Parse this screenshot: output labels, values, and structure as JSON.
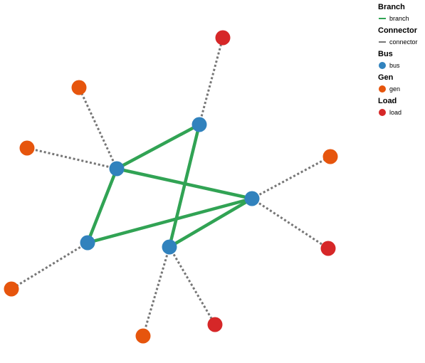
{
  "colors": {
    "branch": "#31a354",
    "connector": "#767676",
    "bus": "#3182bd",
    "gen": "#e6550d",
    "load": "#d62728"
  },
  "legend": [
    {
      "key": "branch",
      "title": "Branch",
      "label": "branch",
      "symbol": "line"
    },
    {
      "key": "connector",
      "title": "Connector",
      "label": "connector",
      "symbol": "dash"
    },
    {
      "key": "bus",
      "title": "Bus",
      "label": "bus",
      "symbol": "dot"
    },
    {
      "key": "gen",
      "title": "Gen",
      "label": "gen",
      "symbol": "dot"
    },
    {
      "key": "load",
      "title": "Load",
      "label": "load",
      "symbol": "dot"
    }
  ],
  "graph": {
    "nodes": [
      {
        "id": "bus1",
        "type": "bus"
      },
      {
        "id": "bus2",
        "type": "bus"
      },
      {
        "id": "bus3",
        "type": "bus"
      },
      {
        "id": "bus4",
        "type": "bus"
      },
      {
        "id": "bus5",
        "type": "bus"
      },
      {
        "id": "gen1",
        "type": "gen"
      },
      {
        "id": "gen2",
        "type": "gen"
      },
      {
        "id": "gen3",
        "type": "gen"
      },
      {
        "id": "gen4",
        "type": "gen"
      },
      {
        "id": "gen5",
        "type": "gen"
      },
      {
        "id": "load1",
        "type": "load"
      },
      {
        "id": "load2",
        "type": "load"
      },
      {
        "id": "load3",
        "type": "load"
      }
    ],
    "branches": [
      {
        "from": "bus1",
        "to": "bus2"
      },
      {
        "from": "bus2",
        "to": "bus3"
      },
      {
        "from": "bus1",
        "to": "bus4"
      },
      {
        "from": "bus1",
        "to": "bus5"
      },
      {
        "from": "bus4",
        "to": "bus5"
      },
      {
        "from": "bus3",
        "to": "bus5"
      }
    ],
    "connectors": [
      {
        "from": "bus1",
        "to": "gen1"
      },
      {
        "from": "bus1",
        "to": "gen2"
      },
      {
        "from": "bus2",
        "to": "load1"
      },
      {
        "from": "bus3",
        "to": "gen3"
      },
      {
        "from": "bus3",
        "to": "load2"
      },
      {
        "from": "bus4",
        "to": "gen4"
      },
      {
        "from": "bus5",
        "to": "gen5"
      },
      {
        "from": "bus5",
        "to": "load3"
      }
    ]
  }
}
